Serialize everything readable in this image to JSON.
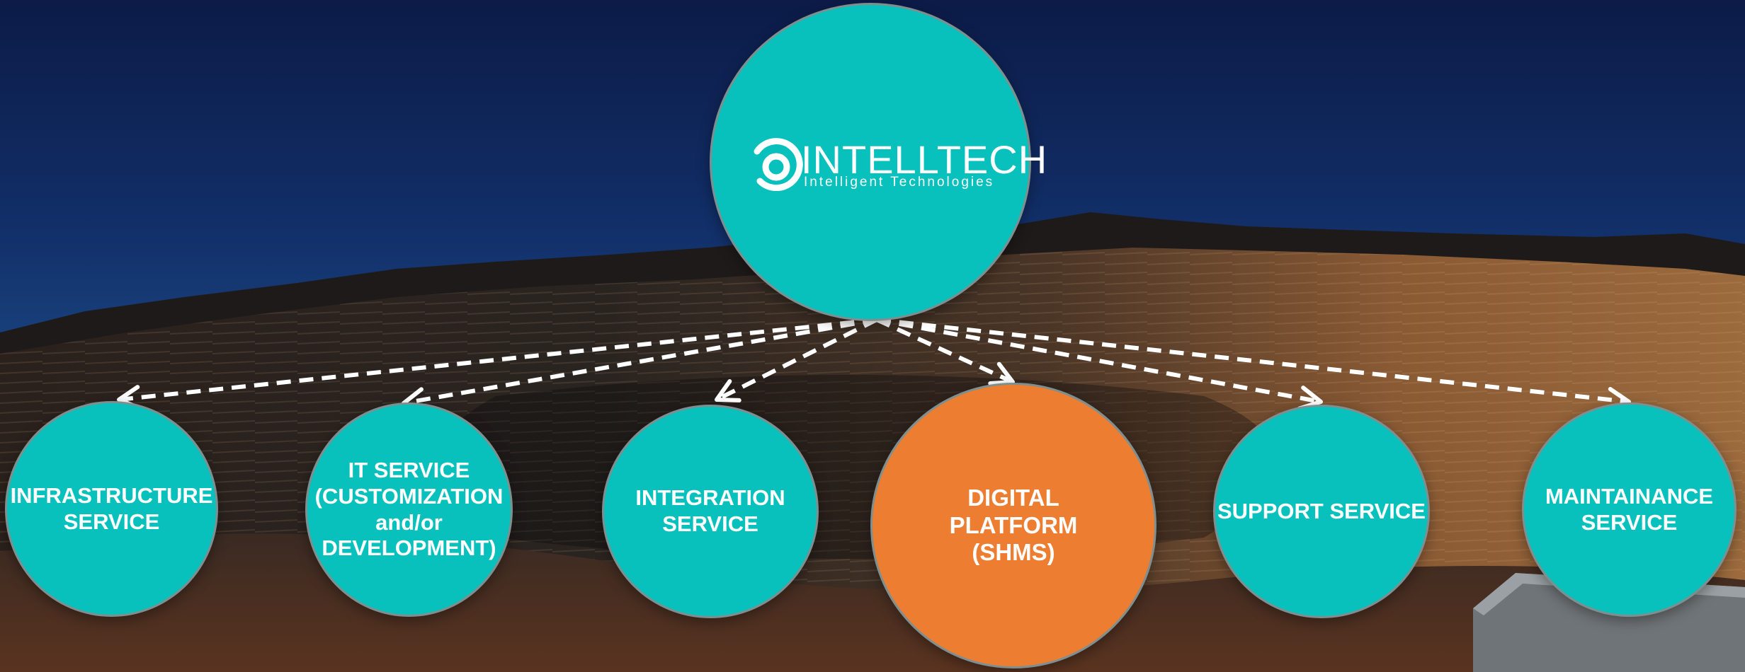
{
  "brand": {
    "name": "INTELLTECH",
    "tagline": "Intelligent Technologies",
    "logo_icon": "intelltech-logo-icon"
  },
  "colors": {
    "teal": "#08c1bd",
    "orange": "#ed7d31",
    "arrow": "#ffffff"
  },
  "services": [
    {
      "id": "infrastructure",
      "label": "INFRASTRUCTURE\nSERVICE",
      "color": "teal"
    },
    {
      "id": "it-service",
      "label": "IT SERVICE\n(CUSTOMIZATION\nand/or\nDEVELOPMENT)",
      "color": "teal"
    },
    {
      "id": "integration",
      "label": "INTEGRATION\nSERVICE",
      "color": "teal"
    },
    {
      "id": "digital-platform",
      "label": "DIGITAL\nPLATFORM\n(SHMS)",
      "color": "orange"
    },
    {
      "id": "support",
      "label": "SUPPORT SERVICE",
      "color": "teal"
    },
    {
      "id": "maintainance",
      "label": "MAINTAINANCE\nSERVICE",
      "color": "teal"
    }
  ]
}
